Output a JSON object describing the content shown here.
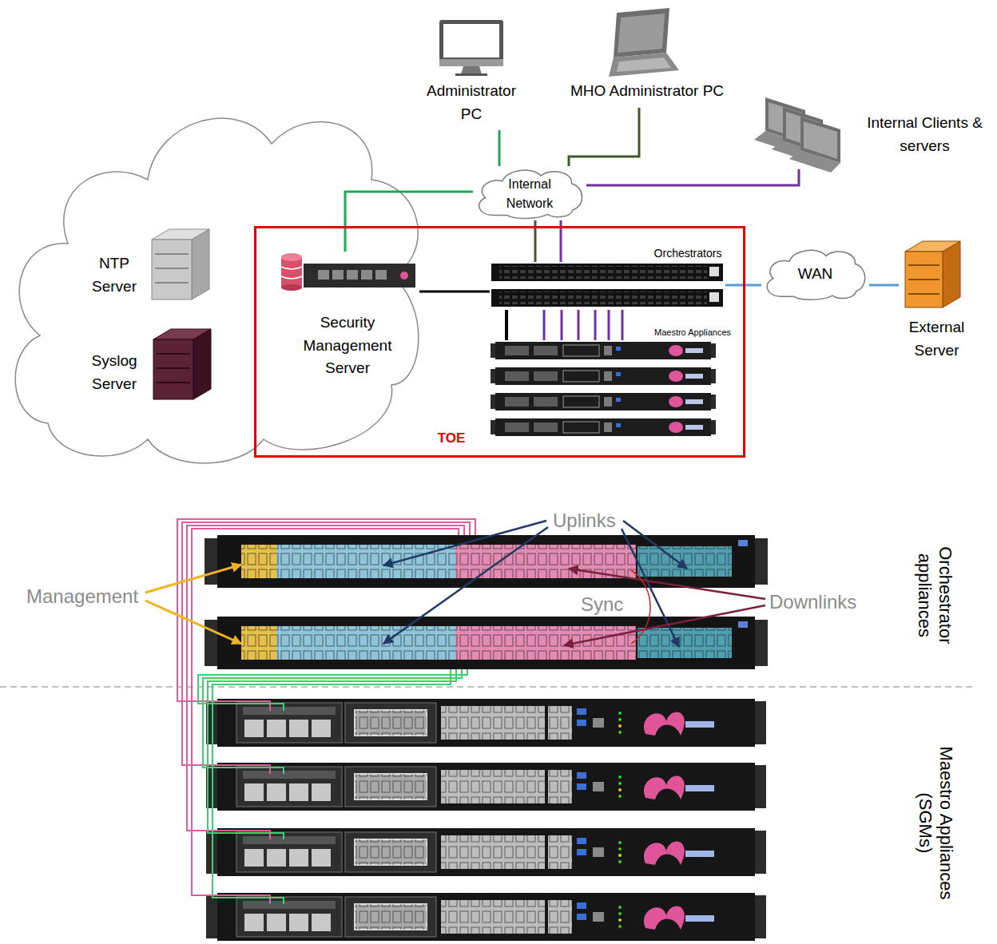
{
  "diagram": {
    "nodes": [
      {
        "text": [
          "Administrator PC"
        ]
      },
      {
        "text": [
          "MHO Administrator PC"
        ]
      },
      {
        "text": [
          "Internal Clients & servers"
        ]
      },
      {
        "text": [
          "Internal Network"
        ]
      },
      {
        "text": [
          "NTP Server"
        ]
      },
      {
        "text": [
          "Syslog Server"
        ]
      },
      {
        "text": [
          "TOE"
        ]
      },
      {
        "text": [
          "Security Management Server"
        ],
        "in": 6
      },
      {
        "text": [
          "Orchestrators"
        ],
        "in": 6
      },
      {
        "text": [
          "Maestro Appliances"
        ],
        "in": 6
      },
      {
        "text": [
          "WAN"
        ]
      },
      {
        "text": [
          "External Server"
        ]
      }
    ],
    "edges": [
      {
        "from": 0,
        "to": 3,
        "arrow": "none"
      },
      {
        "from": 1,
        "to": 3,
        "arrow": "none"
      },
      {
        "from": 2,
        "to": 3,
        "arrow": "none"
      },
      {
        "from": 3,
        "to": 7,
        "arrow": "none"
      },
      {
        "from": 3,
        "to": 8,
        "arrow": "none"
      },
      {
        "from": 3,
        "to": 8,
        "arrow": "none"
      },
      {
        "from": 7,
        "to": 8,
        "arrow": "none"
      },
      {
        "from": 8,
        "to": 9,
        "arrow": "none"
      },
      {
        "from": 8,
        "to": 9,
        "arrow": "none"
      },
      {
        "from": 8,
        "to": 9,
        "arrow": "none"
      },
      {
        "from": 8,
        "to": 9,
        "arrow": "none"
      },
      {
        "from": 8,
        "to": 9,
        "arrow": "none"
      },
      {
        "from": 8,
        "to": 9,
        "arrow": "none"
      },
      {
        "from": 8,
        "to": 9,
        "arrow": "none"
      },
      {
        "from": 8,
        "to": 10,
        "arrow": "none"
      },
      {
        "from": 10,
        "to": 11,
        "arrow": "none"
      }
    ],
    "labels": [
      "Uplinks",
      "Management",
      "Sync",
      "Downlinks",
      "Orchestrator appliances",
      "Maestro Appliances (SGMs)"
    ]
  }
}
